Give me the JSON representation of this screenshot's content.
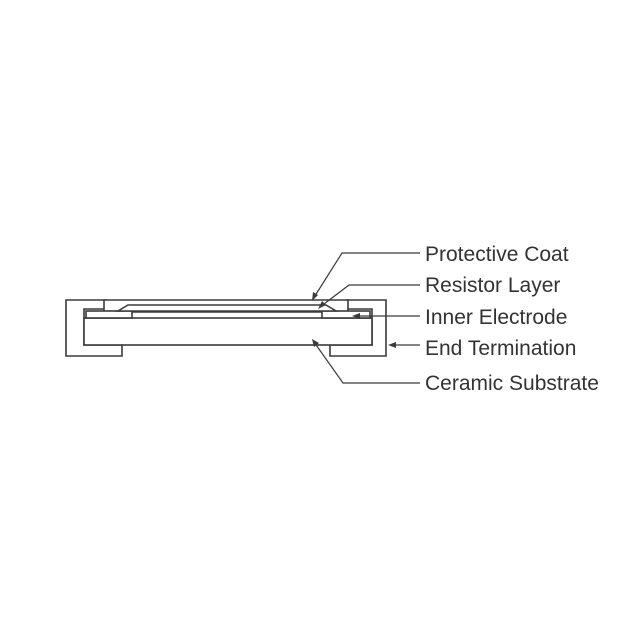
{
  "diagram": {
    "labels": {
      "protective_coat": "Protective Coat",
      "resistor_layer": "Resistor Layer",
      "inner_electrode": "Inner Electrode",
      "end_termination": "End Termination",
      "ceramic_substrate": "Ceramic Substrate"
    },
    "colors": {
      "line": "#3a3a3a",
      "text": "#333333",
      "background": "#ffffff"
    }
  }
}
